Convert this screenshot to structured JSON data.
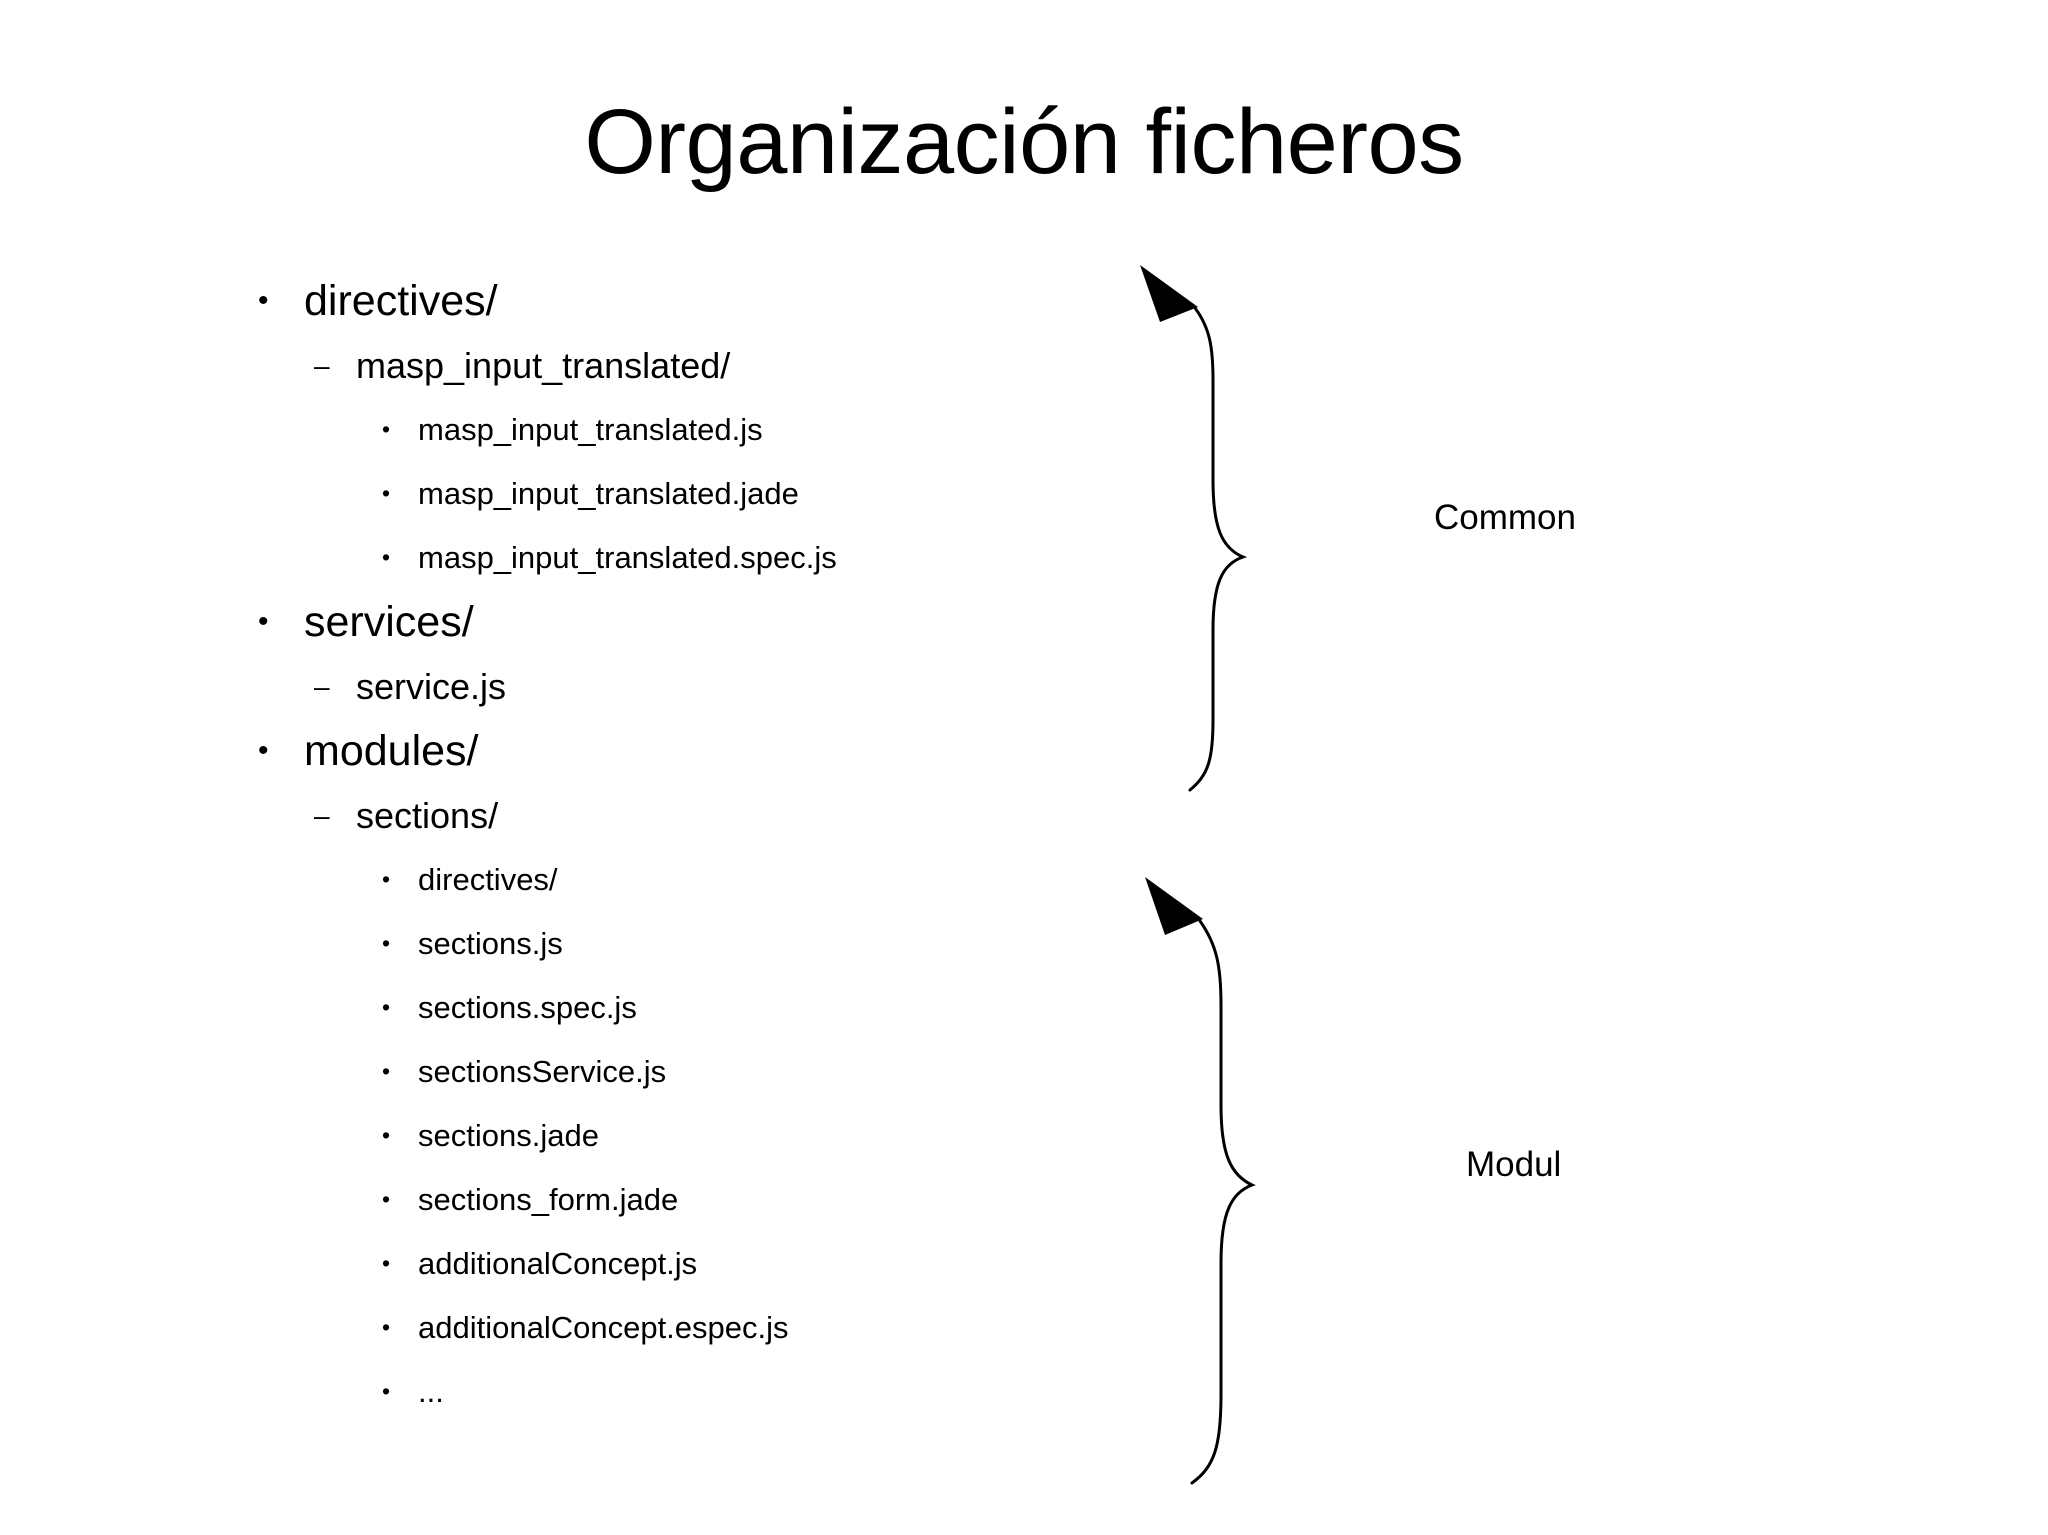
{
  "slide": {
    "title": "Organización ficheros",
    "background_color": "#ffffff",
    "text_color": "#000000"
  },
  "bullets": {
    "level1_glyph": "•",
    "level2_glyph": "–",
    "level3_glyph": "•"
  },
  "outline": [
    {
      "level": 1,
      "label": "directives/",
      "children": [
        {
          "level": 2,
          "label": "masp_input_translated/",
          "children": [
            {
              "level": 3,
              "label": "masp_input_translated.js"
            },
            {
              "level": 3,
              "label": "masp_input_translated.jade"
            },
            {
              "level": 3,
              "label": "masp_input_translated.spec.js"
            }
          ]
        }
      ]
    },
    {
      "level": 1,
      "label": "services/",
      "children": [
        {
          "level": 2,
          "label": "service.js"
        }
      ]
    },
    {
      "level": 1,
      "label": "modules/",
      "children": [
        {
          "level": 2,
          "label": "sections/",
          "children": [
            {
              "level": 3,
              "label": "directives/"
            },
            {
              "level": 3,
              "label": "sections.js"
            },
            {
              "level": 3,
              "label": "sections.spec.js"
            },
            {
              "level": 3,
              "label": "sectionsService.js"
            },
            {
              "level": 3,
              "label": "sections.jade"
            },
            {
              "level": 3,
              "label": "sections_form.jade"
            },
            {
              "level": 3,
              "label": "additionalConcept.js"
            },
            {
              "level": 3,
              "label": "additionalConcept.espec.js"
            },
            {
              "level": 3,
              "label": "..."
            }
          ]
        }
      ]
    }
  ],
  "flat_items": [
    {
      "level": 1,
      "glyph": "•",
      "label": "directives/"
    },
    {
      "level": 2,
      "glyph": "–",
      "label": "masp_input_translated/"
    },
    {
      "level": 3,
      "glyph": "•",
      "label": "masp_input_translated.js"
    },
    {
      "level": 3,
      "glyph": "•",
      "label": "masp_input_translated.jade"
    },
    {
      "level": 3,
      "glyph": "•",
      "label": "masp_input_translated.spec.js"
    },
    {
      "level": 1,
      "glyph": "•",
      "label": "services/"
    },
    {
      "level": 2,
      "glyph": "–",
      "label": "service.js"
    },
    {
      "level": 1,
      "glyph": "•",
      "label": "modules/"
    },
    {
      "level": 2,
      "glyph": "–",
      "label": "sections/"
    },
    {
      "level": 3,
      "glyph": "•",
      "label": "directives/"
    },
    {
      "level": 3,
      "glyph": "•",
      "label": "sections.js"
    },
    {
      "level": 3,
      "glyph": "•",
      "label": "sections.spec.js"
    },
    {
      "level": 3,
      "glyph": "•",
      "label": "sectionsService.js"
    },
    {
      "level": 3,
      "glyph": "•",
      "label": "sections.jade"
    },
    {
      "level": 3,
      "glyph": "•",
      "label": "sections_form.jade"
    },
    {
      "level": 3,
      "glyph": "•",
      "label": "additionalConcept.js"
    },
    {
      "level": 3,
      "glyph": "•",
      "label": "additionalConcept.espec.js"
    },
    {
      "level": 3,
      "glyph": "•",
      "label": "..."
    }
  ],
  "annotations": [
    {
      "id": "common",
      "label": "Common",
      "icon": "curly-brace-right",
      "arrow": "arrowhead-down-left"
    },
    {
      "id": "modul",
      "label": "Modul",
      "icon": "curly-brace-right",
      "arrow": "arrowhead-down-left"
    }
  ],
  "annotation_labels": {
    "common": "Common",
    "modul": "Modul"
  }
}
